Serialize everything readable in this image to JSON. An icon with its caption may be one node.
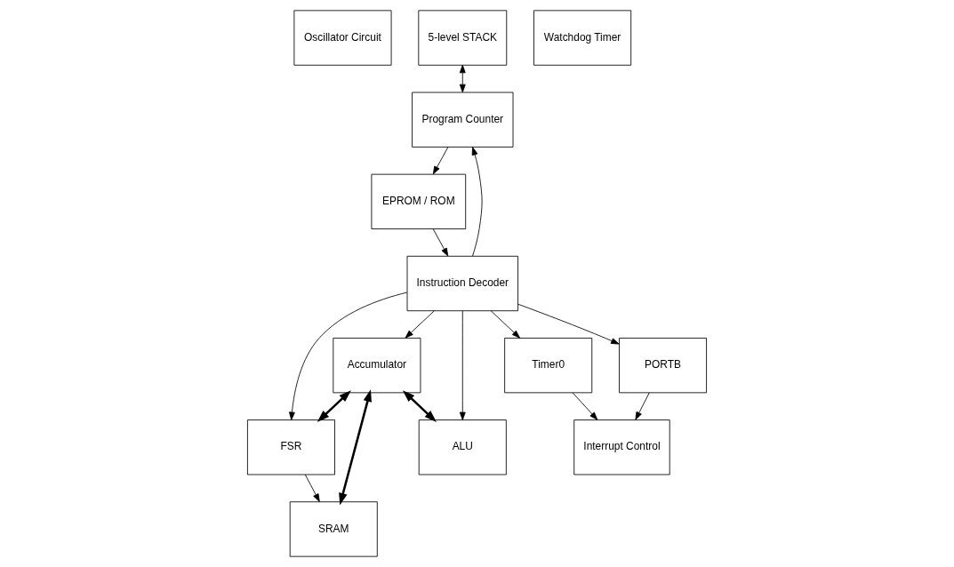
{
  "diagram": {
    "nodes": [
      {
        "text": [
          "Oscillator Circuit"
        ]
      },
      {
        "text": [
          "5-level STACK"
        ]
      },
      {
        "text": [
          "Watchdog Timer"
        ]
      },
      {
        "text": [
          "Program Counter"
        ]
      },
      {
        "text": [
          "FSR"
        ]
      },
      {
        "text": [
          "SRAM"
        ]
      },
      {
        "text": [
          "ALU"
        ]
      },
      {
        "text": [
          "EPROM / ROM"
        ]
      },
      {
        "text": [
          "Instruction Decoder"
        ]
      },
      {
        "text": [
          "PORTB"
        ]
      },
      {
        "text": [
          "Interrupt Control"
        ]
      },
      {
        "text": [
          "Timer0"
        ]
      },
      {
        "text": [
          "Accumulator"
        ]
      }
    ],
    "edges": [
      {
        "from": 1,
        "to": 3,
        "arrow": "both"
      },
      {
        "from": 3,
        "to": 7,
        "arrow": "to"
      },
      {
        "from": 7,
        "to": 8,
        "arrow": "to"
      },
      {
        "from": 8,
        "to": 3,
        "arrow": "to"
      },
      {
        "from": 8,
        "to": 6,
        "arrow": "to"
      },
      {
        "from": 8,
        "to": 4,
        "arrow": "to"
      },
      {
        "from": 4,
        "to": 5,
        "arrow": "to"
      },
      {
        "from": 12,
        "to": 4,
        "arrow": "both",
        "style": "thick"
      },
      {
        "from": 12,
        "to": 5,
        "arrow": "both",
        "style": "thick"
      },
      {
        "from": 12,
        "to": 6,
        "arrow": "both",
        "style": "thick"
      },
      {
        "from": 8,
        "to": 9,
        "arrow": "to"
      },
      {
        "from": 9,
        "to": 10,
        "arrow": "to"
      },
      {
        "from": 11,
        "to": 10,
        "arrow": "to"
      },
      {
        "from": 8,
        "to": 11,
        "arrow": "to"
      },
      {
        "from": 8,
        "to": 12,
        "arrow": "to"
      }
    ]
  }
}
